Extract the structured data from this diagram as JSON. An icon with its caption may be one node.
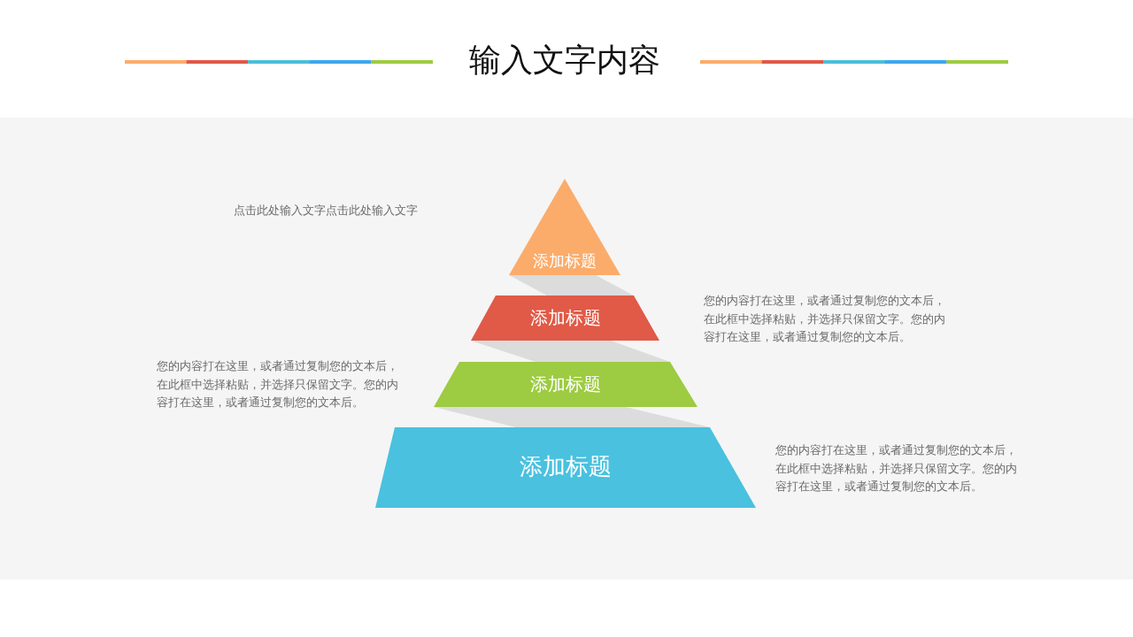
{
  "diagram": {
    "title": "输入文字内容",
    "nodes": [
      {
        "text": [
          "添加标题"
        ]
      },
      {
        "text": [
          "添加标题"
        ]
      },
      {
        "text": [
          "添加标题"
        ]
      },
      {
        "text": [
          "添加标题"
        ]
      }
    ],
    "labels": [
      "点击此处输入文字点击此处输入文字",
      "您的内容打在这里，或者通过复制您的文本后，在此框中选择粘贴，并选择只保留文字。您的内容打在这里，或者通过复制您的文本后。",
      "您的内容打在这里，或者通过复制您的文本后，在此框中选择粘贴，并选择只保留文字。您的内容打在这里，或者通过复制您的文本后。",
      "您的内容打在这里，或者通过复制您的文本后，在此框中选择粘贴，并选择只保留文字。您的内容打在这里，或者通过复制您的文本后。"
    ]
  }
}
